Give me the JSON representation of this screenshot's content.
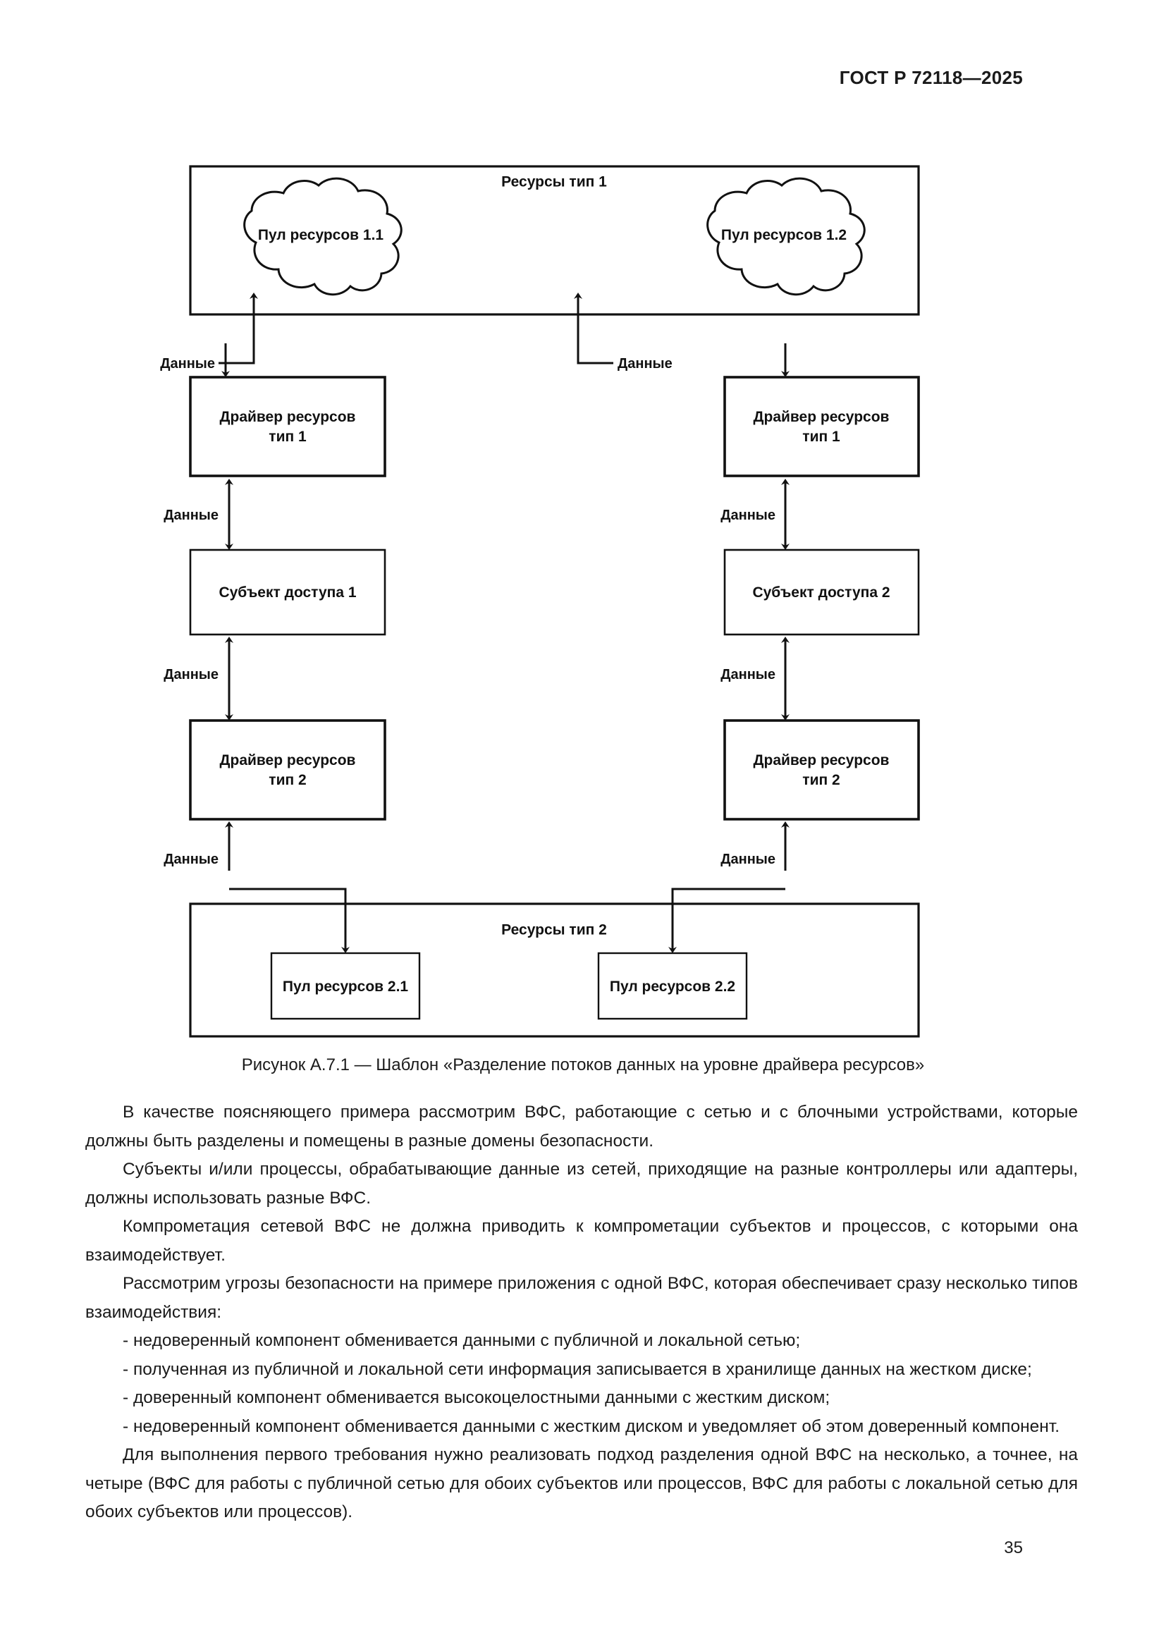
{
  "document": {
    "header": "ГОСТ Р 72118—2025",
    "page_number": "35"
  },
  "figure": {
    "caption": "Рисунок А.7.1 — Шаблон «Разделение потоков данных на уровне драйвера ресурсов»",
    "resources_type1_title": "Ресурсы тип 1",
    "resources_type2_title": "Ресурсы тип 2",
    "pool_1_1": "Пул ресурсов 1.1",
    "pool_1_2": "Пул ресурсов 1.2",
    "pool_2_1": "Пул ресурсов 2.1",
    "pool_2_2": "Пул ресурсов 2.2",
    "driver_type1_left_l1": "Драйвер ресурсов",
    "driver_type1_left_l2": "тип 1",
    "driver_type1_right_l1": "Драйвер ресурсов",
    "driver_type1_right_l2": "тип 1",
    "driver_type2_left_l1": "Драйвер ресурсов",
    "driver_type2_left_l2": "тип 2",
    "driver_type2_right_l1": "Драйвер ресурсов",
    "driver_type2_right_l2": "тип 2",
    "subject_1": "Субъект доступа 1",
    "subject_2": "Субъект доступа 2",
    "edge_label": "Данные",
    "edge_labels": {
      "cloud_left": "Данные",
      "cloud_right": "Данные",
      "drv1_subj_left": "Данные",
      "drv1_subj_right": "Данные",
      "subj_drv2_left": "Данные",
      "subj_drv2_right": "Данные",
      "drv2_pool_left": "Данные",
      "drv2_pool_right": "Данные"
    },
    "colors": {
      "stroke": "#111111",
      "fill": "#ffffff",
      "text": "#111111"
    }
  },
  "body": {
    "paragraphs": [
      "В качестве поясняющего примера рассмотрим ВФС, работающие с сетью и с блочными устройствами, которые должны быть разделены и помещены в разные домены безопасности.",
      "Субъекты и/или процессы, обрабатывающие данные из сетей, приходящие на разные контроллеры или адаптеры, должны использовать разные ВФС.",
      "Компрометация сетевой ВФС не должна приводить к компрометации субъектов и процессов, с которыми она взаимодействует.",
      "Рассмотрим угрозы безопасности на примере приложения с одной ВФС, которая обеспечивает сразу несколько типов взаимодействия:",
      "- недоверенный компонент обменивается данными с публичной и локальной сетью;",
      "- полученная из публичной и локальной сети информация записывается в хранилище данных на жестком диске;",
      "- доверенный компонент обменивается высокоцелостными данными с жестким диском;",
      "- недоверенный компонент обменивается данными с жестким диском и уведомляет об этом доверенный компонент.",
      "Для выполнения первого требования нужно реализовать подход разделения одной ВФС на несколько, а точнее, на четыре (ВФС для работы с публичной сетью для обоих субъектов или процессов, ВФС для работы с локальной сетью для обоих субъектов или процессов)."
    ]
  }
}
